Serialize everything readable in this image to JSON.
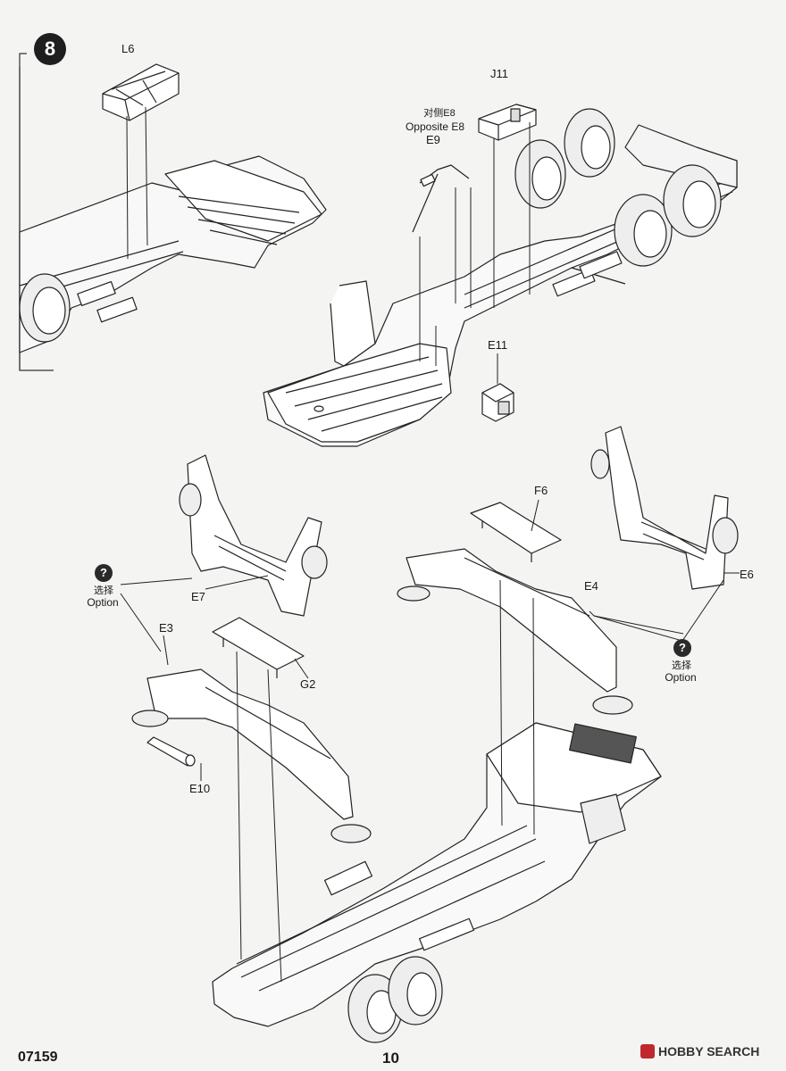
{
  "step": {
    "number": "8"
  },
  "parts": {
    "L6": "L6",
    "J11": "J11",
    "E8_opposite_cn": "对侧E8",
    "E8_opposite_en": "Opposite E8",
    "E9": "E9",
    "E11": "E11",
    "F6": "F6",
    "E7": "E7",
    "E4": "E4",
    "E6": "E6",
    "E3": "E3",
    "G2": "G2",
    "E10": "E10"
  },
  "options": {
    "left": {
      "icon": "question-icon",
      "cn": "选择",
      "en": "Option"
    },
    "right": {
      "icon": "question-icon",
      "cn": "选择",
      "en": "Option"
    }
  },
  "footer": {
    "product_code": "07159",
    "page_number": "10",
    "watermark": "HOBBY SEARCH"
  }
}
